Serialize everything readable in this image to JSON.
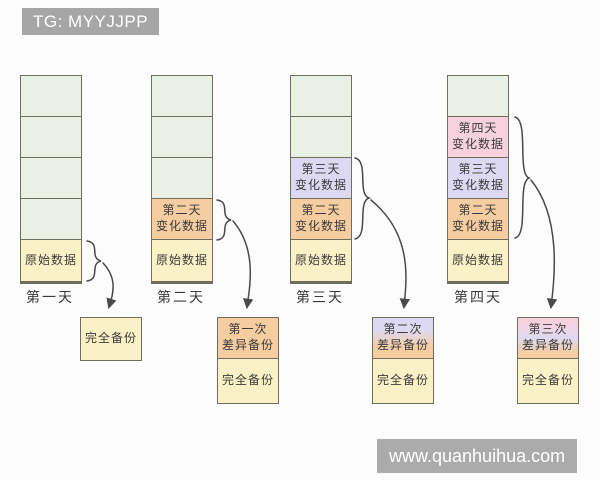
{
  "badge": "TG: MYYJJPP",
  "watermark": "www.quanhuihua.com",
  "colors": {
    "background": "#fcfcfc",
    "cell_green": "#eaf0e3",
    "cell_yellow": "#faf2c6",
    "cell_orange": "#f5cda0",
    "cell_purple": "#ded9f2",
    "cell_pink": "#f7d2de",
    "cell_border": "#6e6e5e",
    "arrow_stroke": "#4a4a4a",
    "badge_bg": "#a6a6a6",
    "watermark_bg": "#ababab",
    "text": "#3b3b3b"
  },
  "days": [
    {
      "label": "第一天",
      "stack": [
        {
          "text": "",
          "color": "green"
        },
        {
          "text": "",
          "color": "green"
        },
        {
          "text": "",
          "color": "green"
        },
        {
          "text": "",
          "color": "green"
        },
        {
          "text": "原始数据",
          "color": "yellow"
        }
      ],
      "backup": [
        {
          "text": "完全备份",
          "color": "yellow"
        }
      ]
    },
    {
      "label": "第二天",
      "stack": [
        {
          "text": "",
          "color": "green"
        },
        {
          "text": "",
          "color": "green"
        },
        {
          "text": "",
          "color": "green"
        },
        {
          "text": "第二天\n变化数据",
          "color": "orange"
        },
        {
          "text": "原始数据",
          "color": "yellow"
        }
      ],
      "backup": [
        {
          "text": "第一次\n差异备份",
          "color": "orange"
        },
        {
          "text": "完全备份",
          "color": "yellow"
        }
      ]
    },
    {
      "label": "第三天",
      "stack": [
        {
          "text": "",
          "color": "green"
        },
        {
          "text": "",
          "color": "green"
        },
        {
          "text": "第三天\n变化数据",
          "color": "purple"
        },
        {
          "text": "第二天\n变化数据",
          "color": "orange"
        },
        {
          "text": "原始数据",
          "color": "yellow"
        }
      ],
      "backup": [
        {
          "text": "第二次\n差异备份",
          "color": "purple-orange-gradient"
        },
        {
          "text": "完全备份",
          "color": "yellow"
        }
      ]
    },
    {
      "label": "第四天",
      "stack": [
        {
          "text": "",
          "color": "green"
        },
        {
          "text": "第四天\n变化数据",
          "color": "pink"
        },
        {
          "text": "第三天\n变化数据",
          "color": "purple"
        },
        {
          "text": "第二天\n变化数据",
          "color": "orange"
        },
        {
          "text": "原始数据",
          "color": "yellow"
        }
      ],
      "backup": [
        {
          "text": "第三次\n差异备份",
          "color": "pink-purple-orange-gradient"
        },
        {
          "text": "完全备份",
          "color": "yellow"
        }
      ]
    }
  ]
}
